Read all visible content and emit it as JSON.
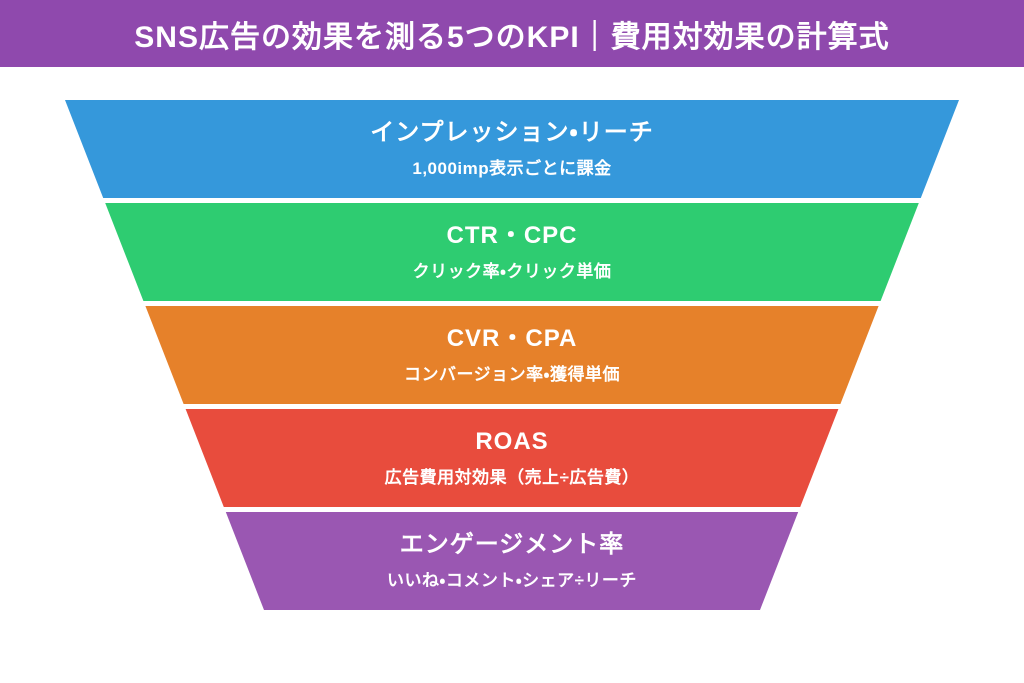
{
  "canvas": {
    "bg_color": "#ffffff"
  },
  "header": {
    "title": "SNS広告の効果を測る5つのKPI｜費用対効果の計算式",
    "bg_color": "#8f49ad",
    "text_color": "#ffffff"
  },
  "funnel": {
    "type": "funnel-diagram",
    "bands": [
      {
        "id": "impressions-reach",
        "title": "インプレッション・リーチ",
        "subtitle": "1,000imp表示ごとに課金",
        "color": "#3598db"
      },
      {
        "id": "ctr-cpc",
        "title": "CTR・CPC",
        "subtitle": "クリック率・クリック単価",
        "color": "#2ecc71"
      },
      {
        "id": "cvr-cpa",
        "title": "CVR・CPA",
        "subtitle": "コンバージョン率・獲得単価",
        "color": "#e6812a"
      },
      {
        "id": "roas",
        "title": "ROAS",
        "subtitle": "広告費用対効果（売上÷広告費）",
        "color": "#e84c3d"
      },
      {
        "id": "engagement-rate",
        "title": "エンゲージメント率",
        "subtitle": "いいね・コメント・シェア÷リーチ",
        "color": "#9a57b2"
      }
    ]
  }
}
